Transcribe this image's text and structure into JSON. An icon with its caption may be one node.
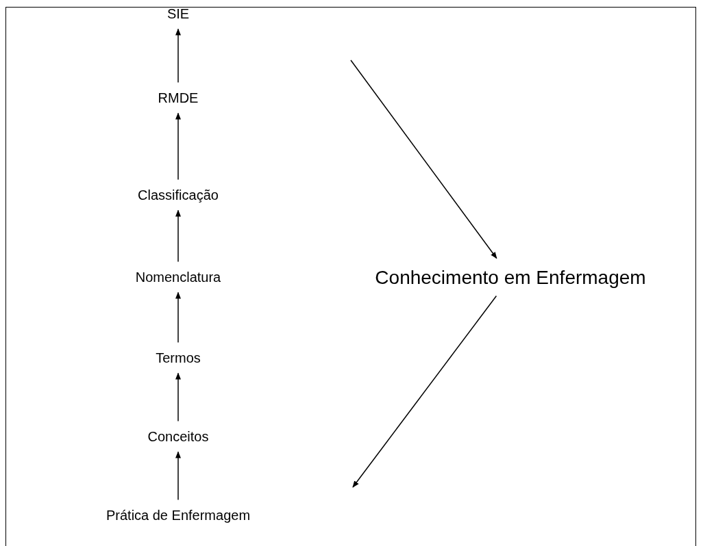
{
  "diagram": {
    "nodes": [
      {
        "text": [
          "SIE"
        ]
      },
      {
        "text": [
          "RMDE"
        ]
      },
      {
        "text": [
          "Classificação"
        ]
      },
      {
        "text": [
          "Nomenclatura"
        ]
      },
      {
        "text": [
          "Termos"
        ]
      },
      {
        "text": [
          "Conceitos"
        ]
      },
      {
        "text": [
          "Prática de Enfermagem"
        ]
      },
      {
        "text": [
          "Conhecimento em Enfermagem"
        ]
      }
    ],
    "edges": [
      {
        "from": 6,
        "to": 5,
        "arrow": "to"
      },
      {
        "from": 5,
        "to": 4,
        "arrow": "to"
      },
      {
        "from": 4,
        "to": 3,
        "arrow": "to"
      },
      {
        "from": 3,
        "to": 2,
        "arrow": "to"
      },
      {
        "from": 2,
        "to": 1,
        "arrow": "to"
      },
      {
        "from": 1,
        "to": 0,
        "arrow": "to"
      },
      {
        "from": null,
        "to": 7,
        "arrow": "to"
      },
      {
        "from": 7,
        "to": null,
        "arrow": "to"
      }
    ]
  }
}
